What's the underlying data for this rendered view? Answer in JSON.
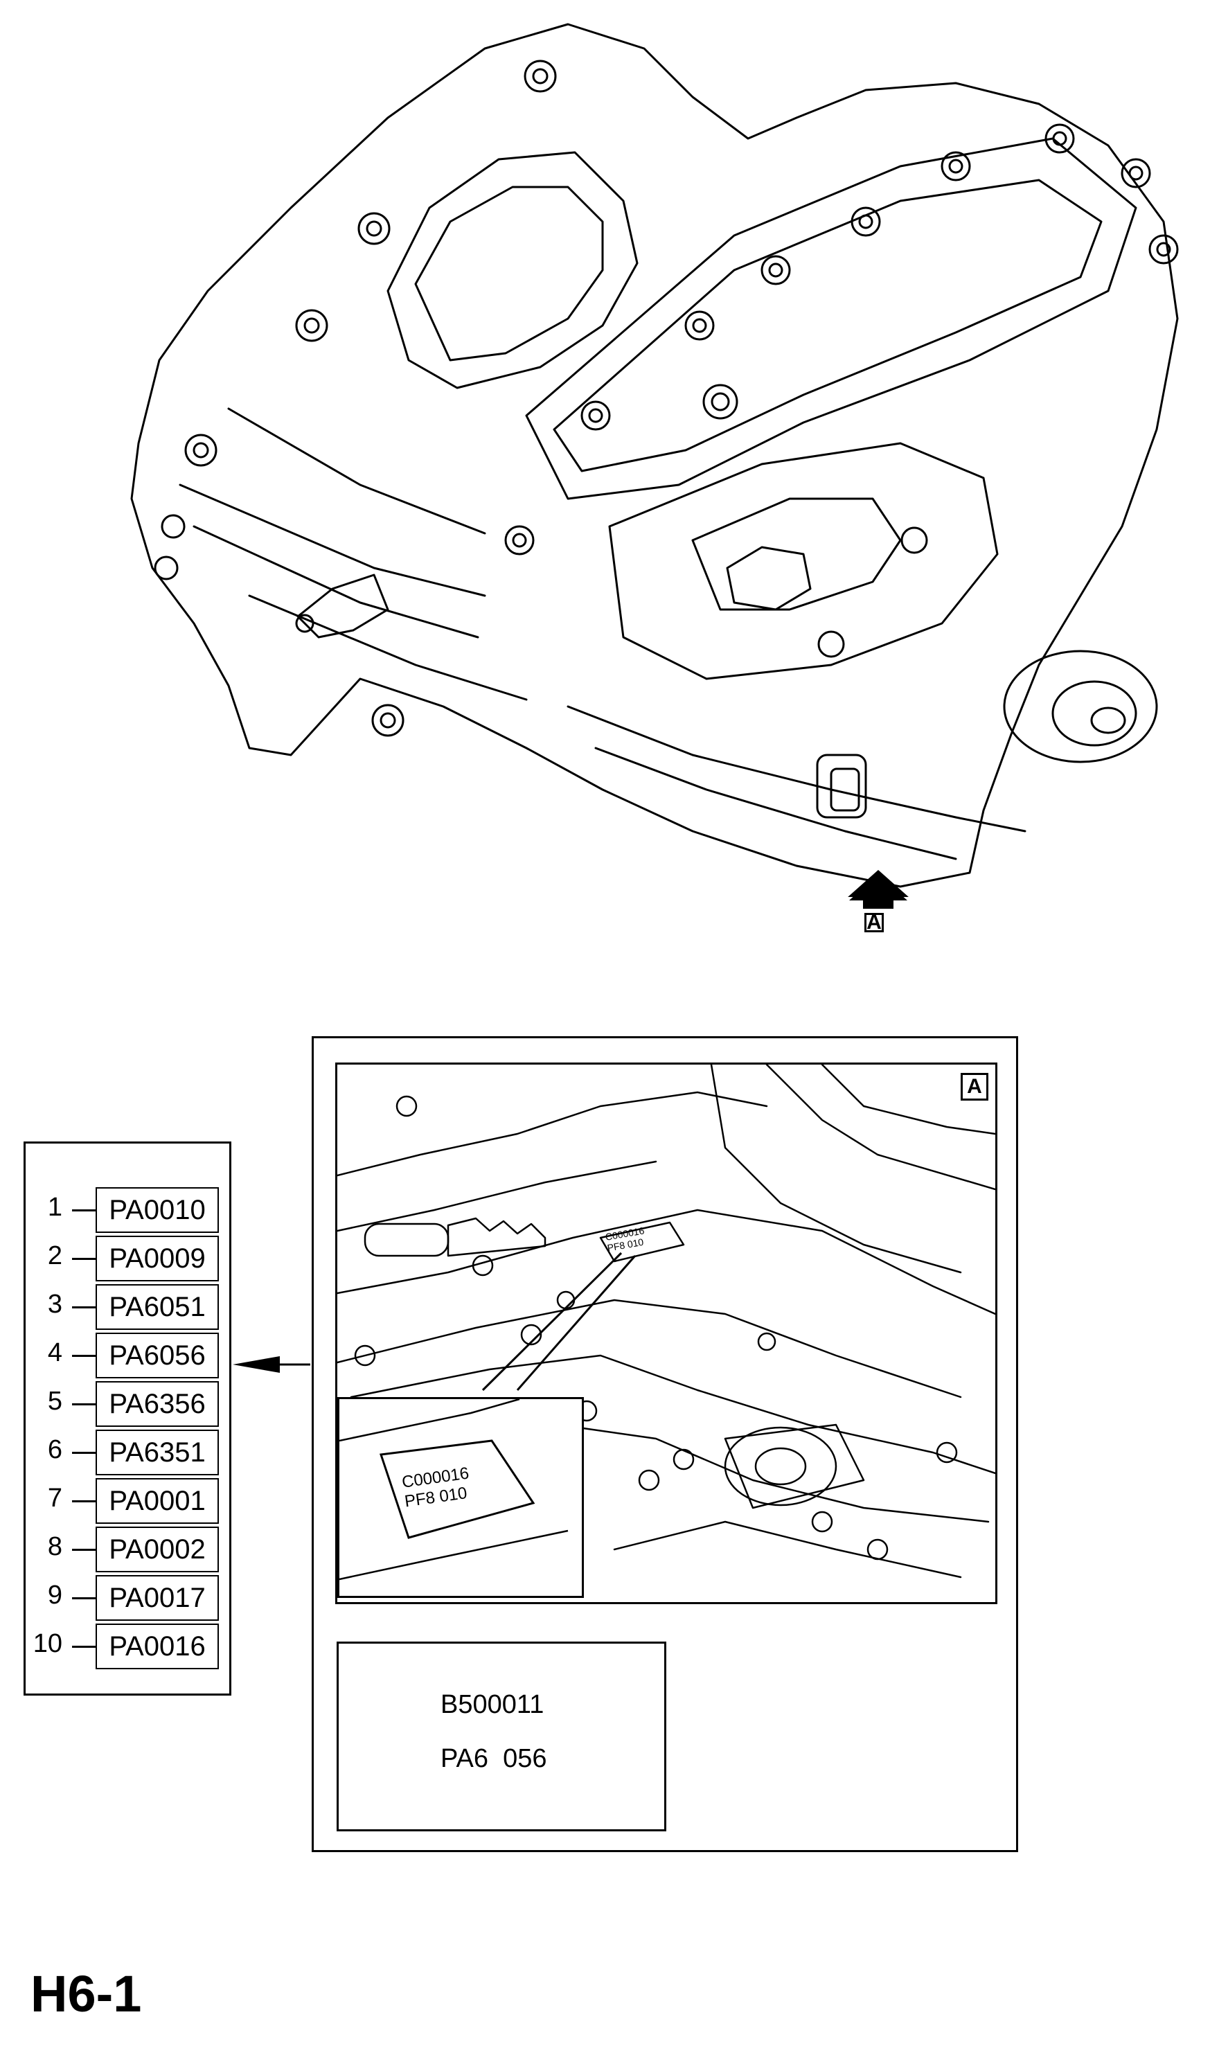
{
  "view_marker": "A",
  "parts": [
    {
      "index": "1",
      "code": "PA0010"
    },
    {
      "index": "2",
      "code": "PA0009"
    },
    {
      "index": "3",
      "code": "PA6051"
    },
    {
      "index": "4",
      "code": "PA6056"
    },
    {
      "index": "5",
      "code": "PA6356"
    },
    {
      "index": "6",
      "code": "PA6351"
    },
    {
      "index": "7",
      "code": "PA0001"
    },
    {
      "index": "8",
      "code": "PA0002"
    },
    {
      "index": "9",
      "code": "PA0017"
    },
    {
      "index": "10",
      "code": "PA0016"
    }
  ],
  "plate": {
    "line1": "C000016",
    "line2": "PF8 010"
  },
  "info_box": {
    "line1": "B500011",
    "line2": "PA6  056"
  },
  "page_code": "H6-1"
}
